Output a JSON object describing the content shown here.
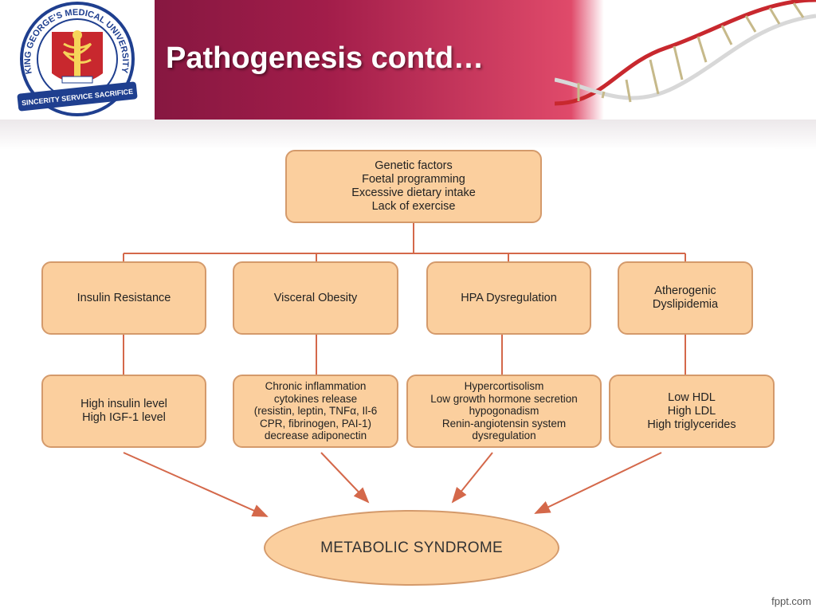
{
  "slide": {
    "title": "Pathogenesis contd…",
    "footer": "fppt.com"
  },
  "logo": {
    "ring_text": "KING GEORGE'S MEDICAL UNIVERSITY LUCKNOW INDIA",
    "motto": "SINCERITY SERVICE SACRIFICE"
  },
  "diagram": {
    "root": [
      "Genetic factors",
      "Foetal programming",
      "Excessive dietary intake",
      "Lack of exercise"
    ],
    "branches": [
      {
        "label": [
          "Insulin Resistance"
        ],
        "effects": [
          "High insulin level",
          "High IGF-1 level"
        ]
      },
      {
        "label": [
          "Visceral Obesity"
        ],
        "effects": [
          "Chronic inflammation",
          "cytokines release",
          "(resistin, leptin, TNFα, Il-6",
          "CPR, fibrinogen, PAI-1)",
          "decrease adiponectin"
        ]
      },
      {
        "label": [
          "HPA Dysregulation"
        ],
        "effects": [
          "Hypercortisolism",
          "Low growth hormone secretion",
          "hypogonadism",
          "Renin-angiotensin system",
          "dysregulation"
        ]
      },
      {
        "label": [
          "Atherogenic",
          "Dyslipidemia"
        ],
        "effects": [
          "Low HDL",
          "High LDL",
          "High triglycerides"
        ]
      }
    ],
    "outcome": "METABOLIC SYNDROME"
  },
  "colors": {
    "box_fill": "#fbcf9e",
    "box_border": "#d49a6b",
    "connector": "#d4684a",
    "header_dark": "#6e1238",
    "header_light": "#e04a6a"
  }
}
